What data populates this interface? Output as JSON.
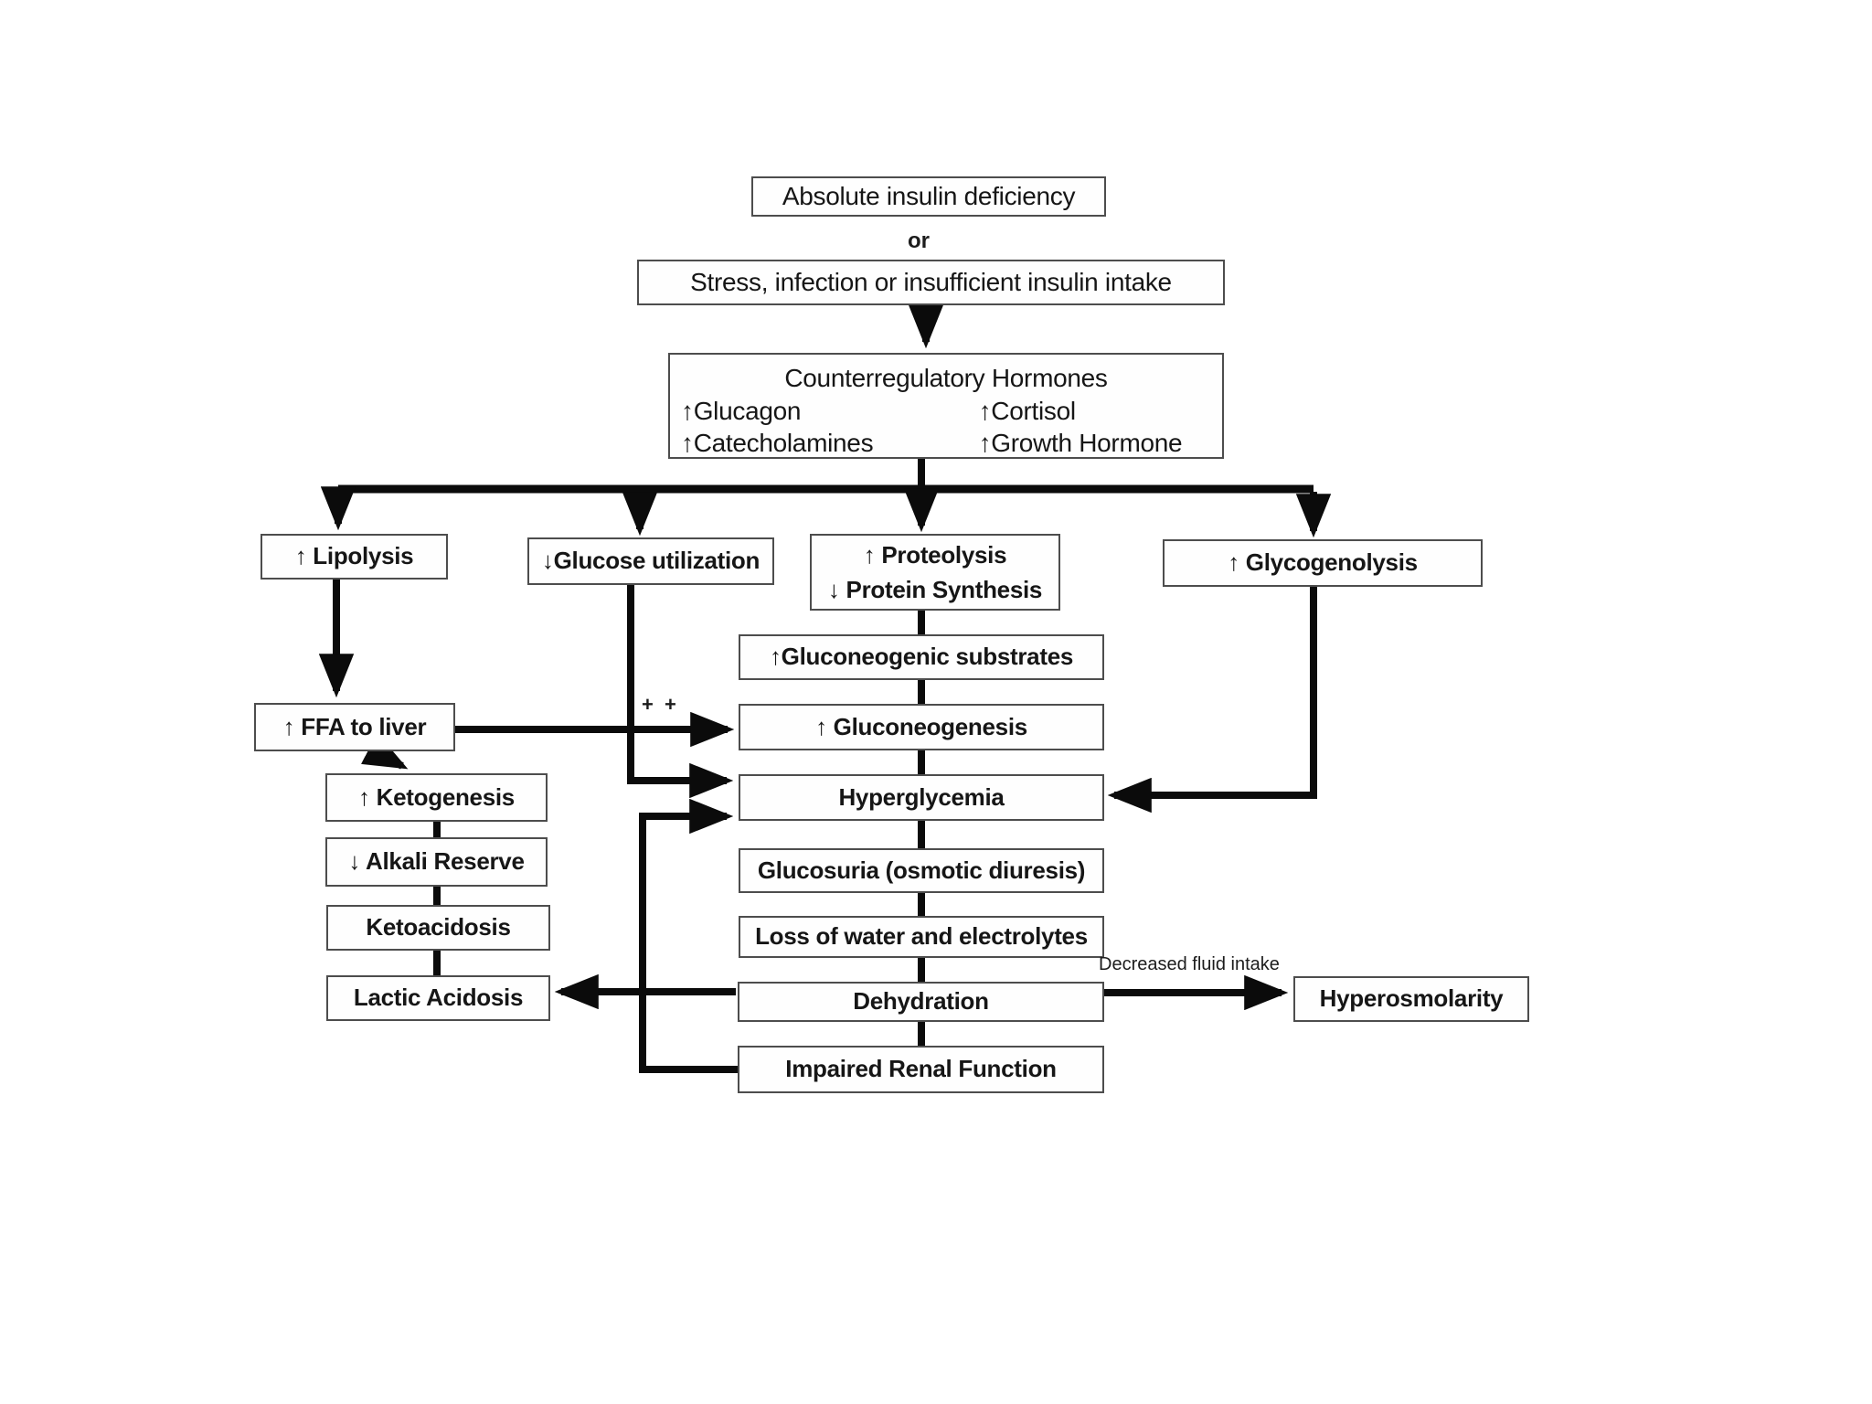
{
  "diagram": {
    "nodes": {
      "absolute_insulin_deficiency": "Absolute insulin deficiency",
      "or_connector": "or",
      "stress_infection": "Stress, infection or insufficient insulin intake",
      "counterregulatory": {
        "title": "Counterregulatory Hormones",
        "glucagon": "↑Glucagon",
        "cortisol": "↑Cortisol",
        "catecholamines": "↑Catecholamines",
        "growth_hormone": "↑Growth Hormone"
      },
      "lipolysis": "↑ Lipolysis",
      "glucose_utilization": "↓Glucose utilization",
      "proteolysis_line1": "↑ Proteolysis",
      "proteolysis_line2": "↓ Protein Synthesis",
      "glycogenolysis": "↑ Glycogenolysis",
      "gluconeogenic_substrates": "↑Gluconeogenic substrates",
      "gluconeogenesis": "↑ Gluconeogenesis",
      "hyperglycemia": "Hyperglycemia",
      "glucosuria": "Glucosuria (osmotic diuresis)",
      "loss_of_water": "Loss of water and electrolytes",
      "dehydration": "Dehydration",
      "impaired_renal_function": "Impaired Renal Function",
      "ffa_to_liver": "↑ FFA to liver",
      "ketogenesis": "↑ Ketogenesis",
      "alkali_reserve": "↓ Alkali Reserve",
      "ketoacidosis": "Ketoacidosis",
      "lactic_acidosis": "Lactic Acidosis",
      "hyperosmolarity": "Hyperosmolarity"
    },
    "annotations": {
      "plus_plus": "+ +",
      "decreased_fluid_intake": "Decreased fluid intake"
    },
    "colors": {
      "line": "#0b0b0b",
      "box_border": "#4d4d4d",
      "background": "#ffffff",
      "text": "#161616"
    }
  }
}
